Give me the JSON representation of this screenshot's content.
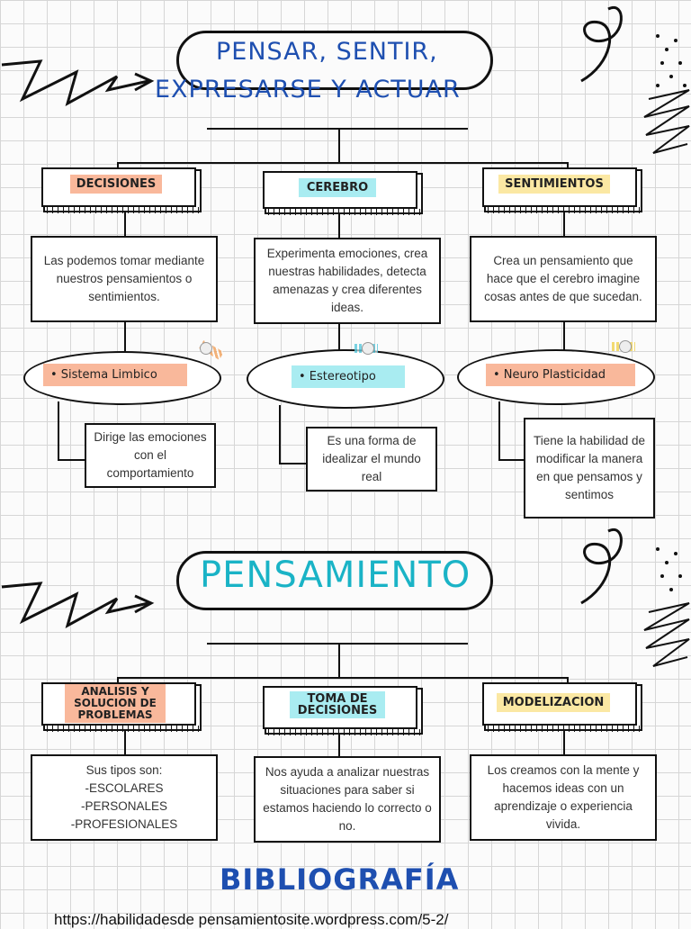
{
  "section1": {
    "title_line1": "PENSAR, SENTIR,",
    "title_line2": "EXPRESARSE Y ACTUAR",
    "columns": [
      {
        "header": "DECISIONES",
        "description": "Las podemos tomar mediante nuestros pensamientos o sentimientos.",
        "bullet": "• Sistema Limbico",
        "detail": "Dirige las emociones con el comportamiento"
      },
      {
        "header": "CEREBRO",
        "description": "Experimenta emociones, crea nuestras habilidades, detecta amenazas y crea diferentes ideas.",
        "bullet": "• Estereotipo",
        "detail": "Es una forma de idealizar el mundo real"
      },
      {
        "header": "SENTIMIENTOS",
        "description": "Crea un pensamiento que hace que el cerebro imagine cosas antes de que sucedan.",
        "bullet": "• Neuro Plasticidad",
        "detail": "Tiene la habilidad de modificar la manera en que pensamos y sentimos"
      }
    ]
  },
  "section2": {
    "title": "PENSAMIENTO",
    "columns": [
      {
        "header": "ANALISIS Y SOLUCION DE PROBLEMAS",
        "description_lines": [
          "Sus tipos son:",
          "-ESCOLARES",
          "-PERSONALES",
          "-PROFESIONALES"
        ]
      },
      {
        "header": "TOMA DE DECISIONES",
        "description": "Nos ayuda a analizar nuestras situaciones para saber si estamos haciendo lo correcto o no."
      },
      {
        "header": "MODELIZACION",
        "description": "Los creamos con la mente y hacemos ideas con un aprendizaje o experiencia vivida."
      }
    ]
  },
  "bibliography": {
    "title": "BIBLIOGRAFÍA",
    "url": "https://habilidadesde pensamientosite.wordpress.com/5-2/"
  },
  "colors": {
    "title_blue": "#1e4fb0",
    "title_cyan": "#1ab3c6",
    "label_orange": "#f9b89b",
    "label_cyan": "#a9ecf1",
    "label_yellow": "#fbe8a3"
  }
}
